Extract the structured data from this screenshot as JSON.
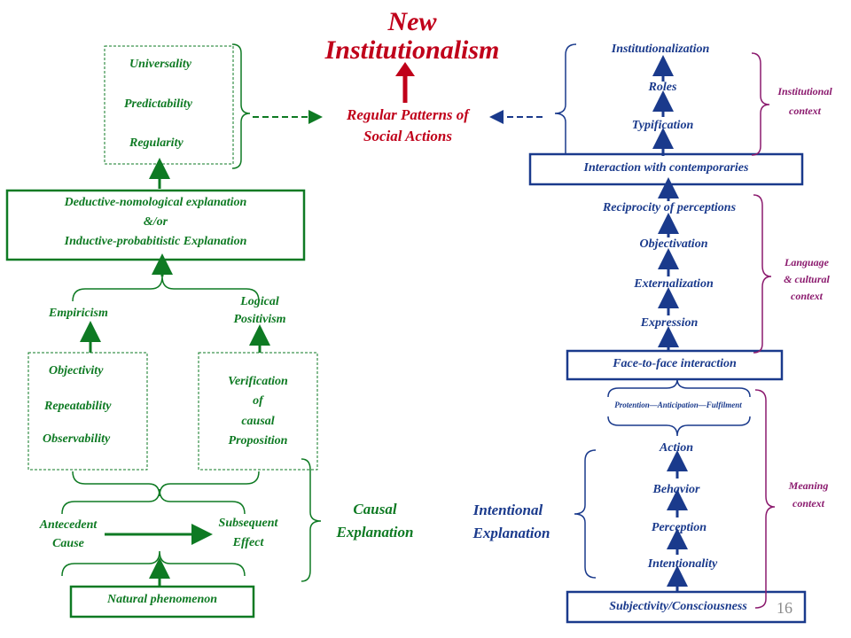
{
  "title": {
    "line1": "New",
    "line2": "Institutionalism"
  },
  "center": {
    "patterns_line1": "Regular Patterns of",
    "patterns_line2": "Social Actions"
  },
  "left": {
    "criteria": [
      "Universality",
      "Predictability",
      "Regularity"
    ],
    "explanation": {
      "line1": "Deductive-nomological explanation",
      "line2": "&/or",
      "line3": "Inductive-probabitistic Explanation"
    },
    "empiricism": "Empiricism",
    "logical_positivism": {
      "line1": "Logical",
      "line2": "Positivism"
    },
    "empirical_criteria": [
      "Objectivity",
      "Repeatability",
      "Observability"
    ],
    "verification": [
      "Verification",
      "of",
      "causal",
      "Proposition"
    ],
    "antecedent": {
      "line1": "Antecedent",
      "line2": "Cause"
    },
    "subsequent": {
      "line1": "Subsequent",
      "line2": "Effect"
    },
    "natural": "Natural phenomenon",
    "causal": {
      "line1": "Causal",
      "line2": "Explanation"
    }
  },
  "right": {
    "institutional": [
      "Institutionalization",
      "Roles",
      "Typification"
    ],
    "interaction": "Interaction with contemporaries",
    "language": [
      "Reciprocity of perceptions",
      "Objectivation",
      "Externalization",
      "Expression"
    ],
    "face": "Face-to-face interaction",
    "protention": "Protention—Anticipation—Fulfilment",
    "meaning": [
      "Action",
      "Behavior",
      "Perception",
      "Intentionality"
    ],
    "subjectivity": "Subjectivity/Consciousness",
    "intentional": {
      "line1": "Intentional",
      "line2": "Explanation"
    },
    "context_institutional": {
      "line1": "Institutional",
      "line2": "context"
    },
    "context_language": {
      "line1": "Language",
      "line2": "& cultural",
      "line3": "context"
    },
    "context_meaning": {
      "line1": "Meaning",
      "line2": "context"
    }
  },
  "page_number": "16",
  "colors": {
    "green": "#0e7a23",
    "blue": "#1a3a8c",
    "red": "#c0001a",
    "purple": "#8b1a6e"
  }
}
